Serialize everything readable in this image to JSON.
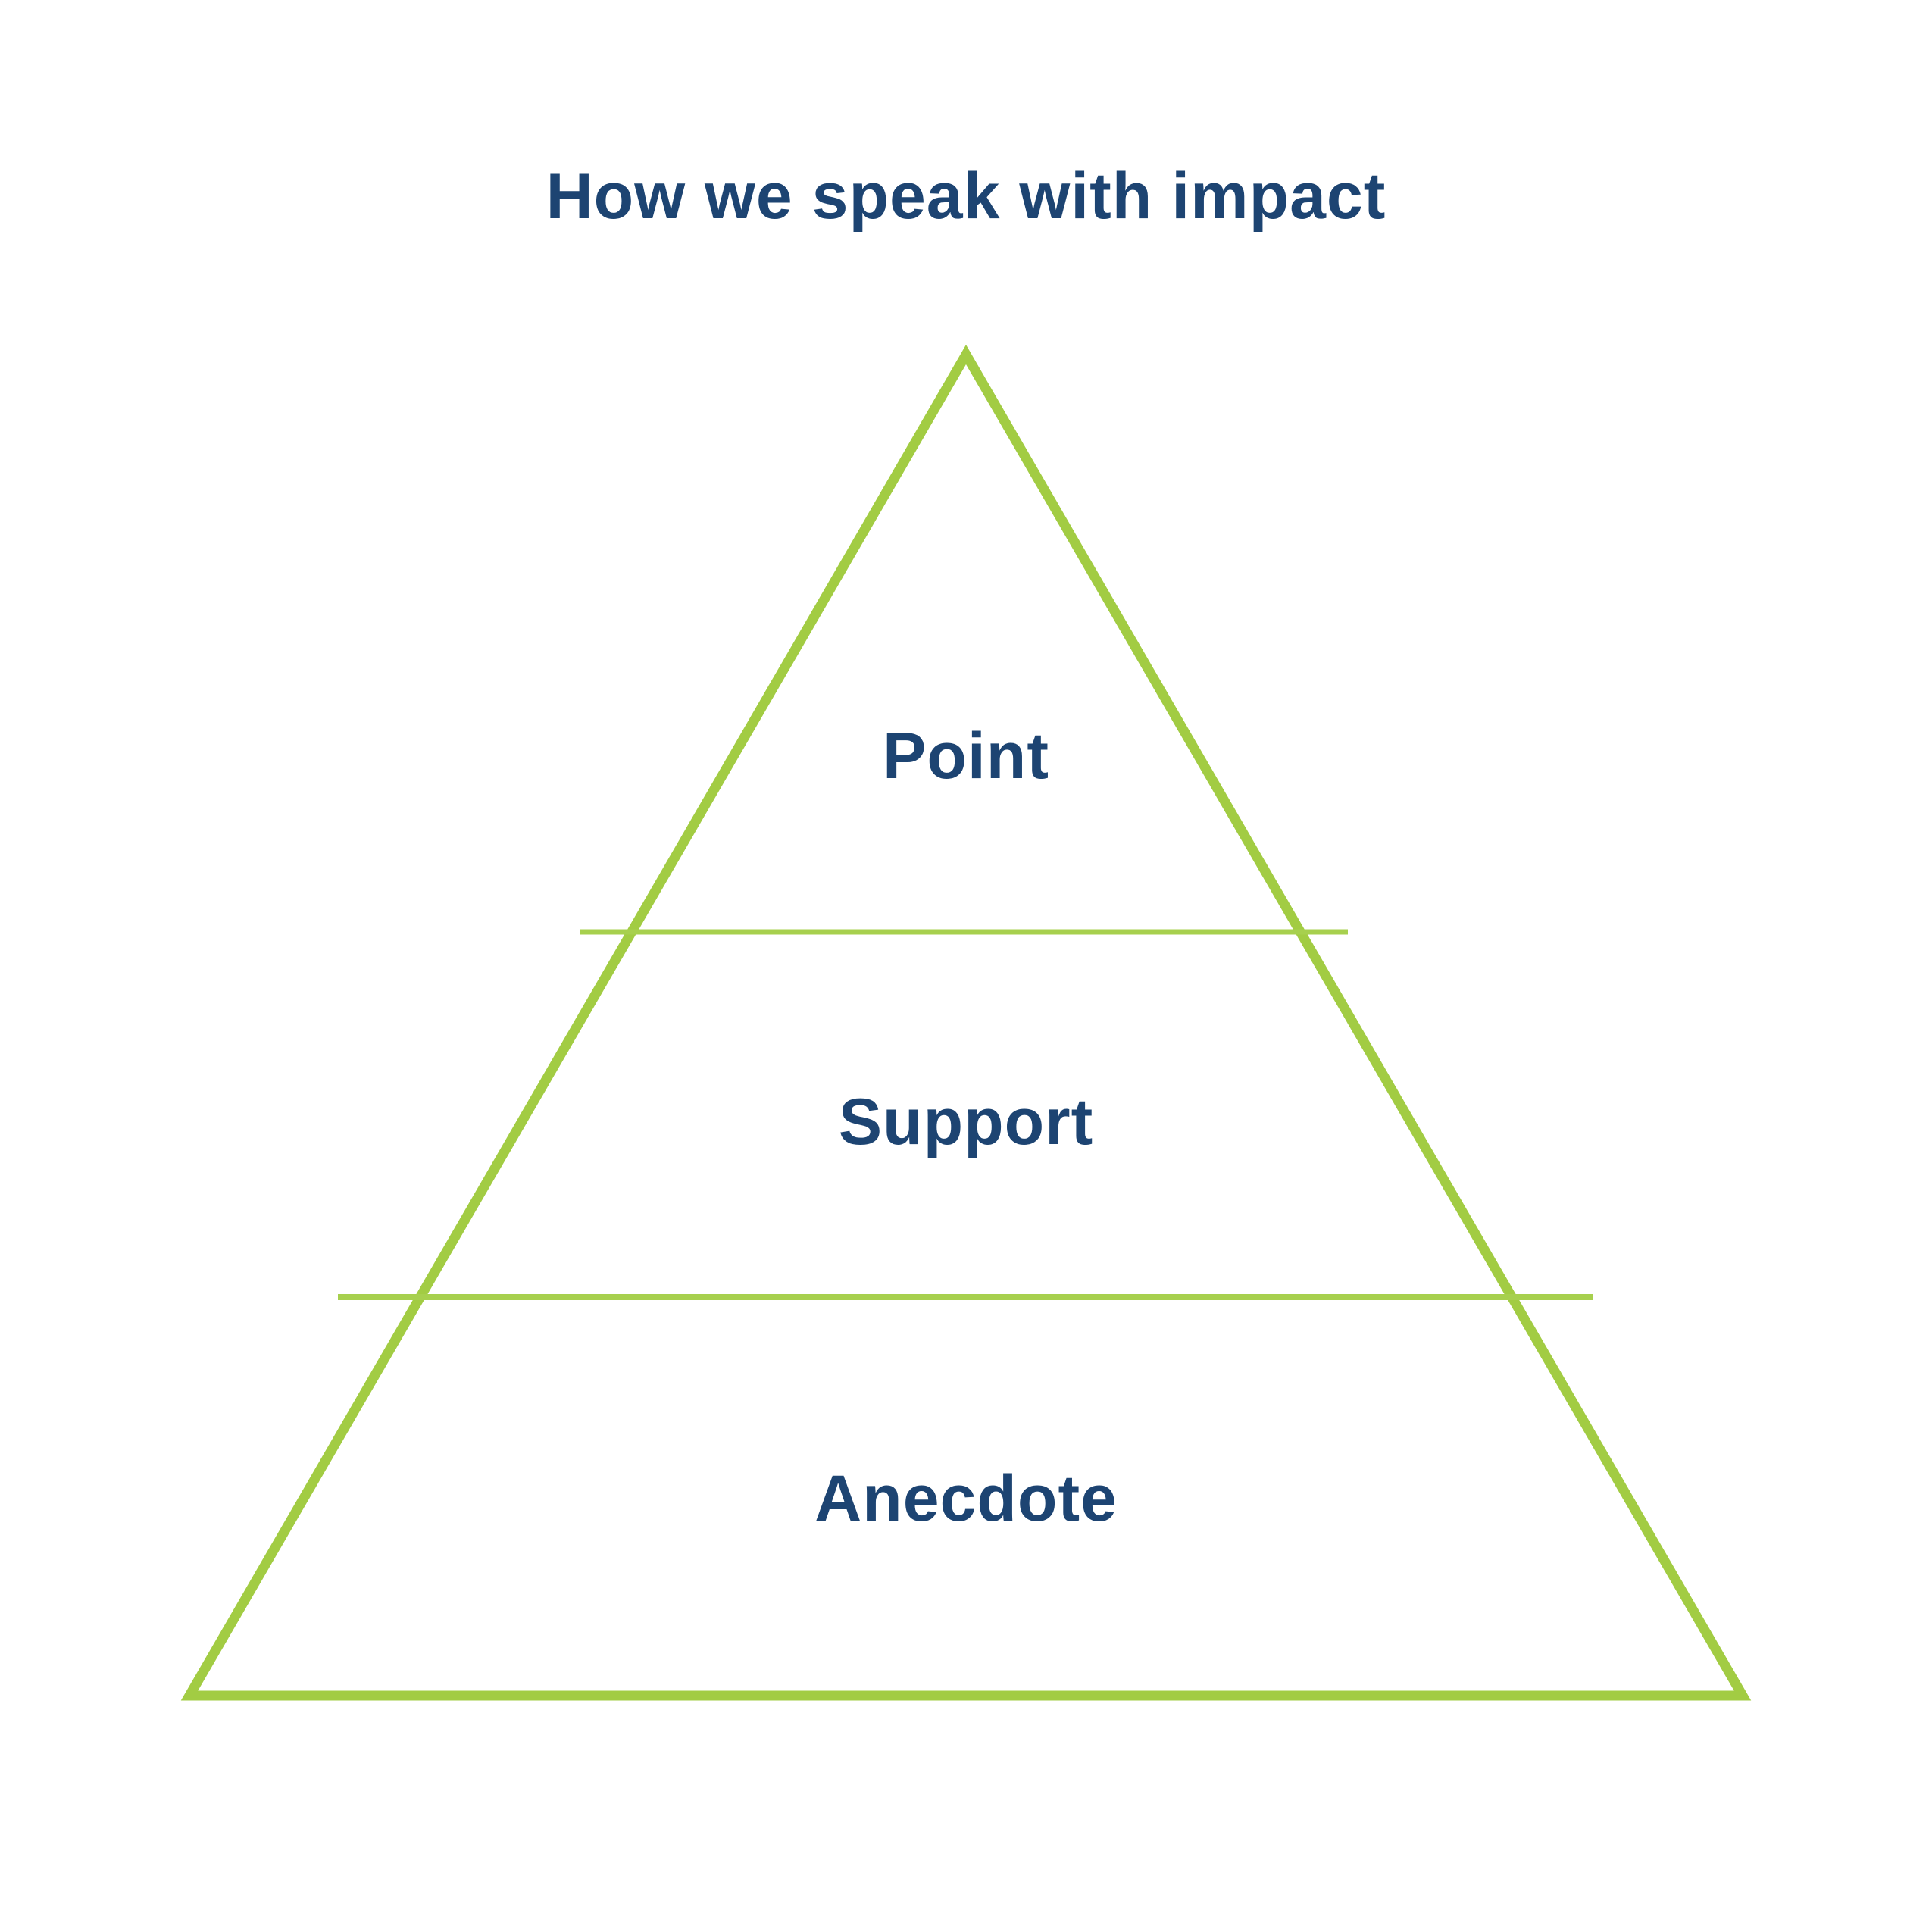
{
  "title": "How we speak with impact",
  "pyramid": {
    "type": "triangle-hierarchy",
    "levels": [
      {
        "label": "Point"
      },
      {
        "label": "Support"
      },
      {
        "label": "Anecdote"
      }
    ]
  },
  "colors": {
    "background": "#ffffff",
    "outline_green": "#a2cc43",
    "divider_green": "#a7d04e",
    "text_navy": "#1d4472"
  }
}
